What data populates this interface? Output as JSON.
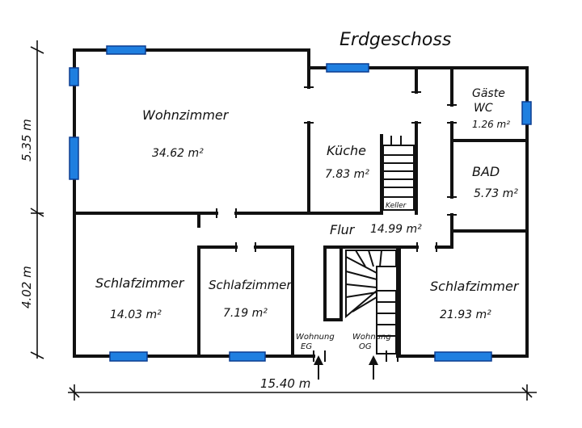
{
  "title": "Erdgeschoss",
  "rooms": {
    "wohnzimmer": {
      "name": "Wohnzimmer",
      "area": "34.62 m²"
    },
    "kueche": {
      "name": "Küche",
      "area": "7.83 m²"
    },
    "gaeste_wc": {
      "name_line1": "Gäste",
      "name_line2": "WC",
      "area": "1.26 m²"
    },
    "bad": {
      "name": "BAD",
      "area": "5.73 m²"
    },
    "flur": {
      "name": "Flur",
      "area": "14.99 m²"
    },
    "schlafzimmer_links": {
      "name": "Schlafzimmer",
      "area": "14.03 m²"
    },
    "schlafzimmer_mitte": {
      "name": "Schlafzimmer",
      "area": "7.19 m²"
    },
    "schlafzimmer_rechts": {
      "name": "Schlafzimmer",
      "area": "21.93 m²"
    }
  },
  "labels": {
    "keller": "Keller",
    "wohnung_eg_1": "Wohnung",
    "wohnung_eg_2": "EG",
    "wohnung_og_1": "Wohnung",
    "wohnung_og_2": "OG"
  },
  "dimensions": {
    "upper_height": "5.35 m",
    "lower_height": "4.02 m",
    "total_width": "15.40 m"
  },
  "colors": {
    "window_fill": "#1f7fe0",
    "wall": "#111111"
  }
}
